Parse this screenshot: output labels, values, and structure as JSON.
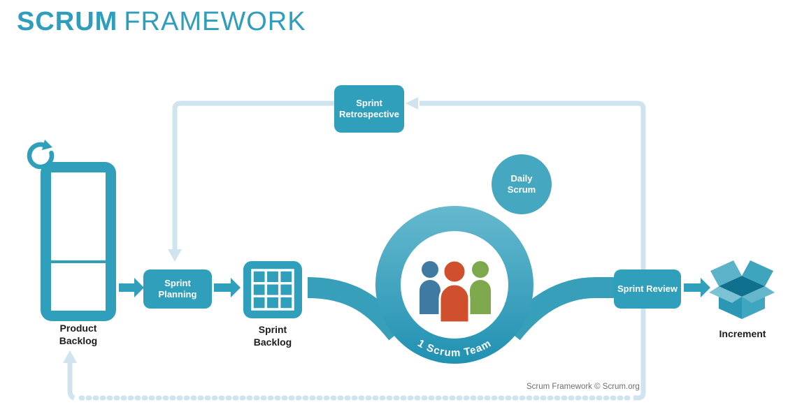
{
  "title": {
    "word1": "SCRUM",
    "word2": "FRAMEWORK"
  },
  "nodes": {
    "product_backlog": {
      "label": "Product Backlog"
    },
    "sprint_planning": {
      "label": "Sprint Planning"
    },
    "sprint_backlog": {
      "label": "Sprint Backlog"
    },
    "daily_scrum": {
      "label": "Daily Scrum"
    },
    "scrum_team": {
      "label": "1 Scrum Team"
    },
    "sprint_review": {
      "label": "Sprint Review"
    },
    "sprint_retrospective": {
      "label": "Sprint Retrospective"
    },
    "increment": {
      "label": "Increment"
    }
  },
  "footer": {
    "credit": "Scrum Framework © Scrum.org"
  },
  "colors": {
    "teal": "#2f9fbb",
    "teal_light": "#5fb5cb",
    "loop_blue": "#cfe4ef",
    "person_blue": "#3e7aa2",
    "person_orange": "#d0502e",
    "person_green": "#7da84b",
    "label_dark": "#1d1d1b"
  }
}
